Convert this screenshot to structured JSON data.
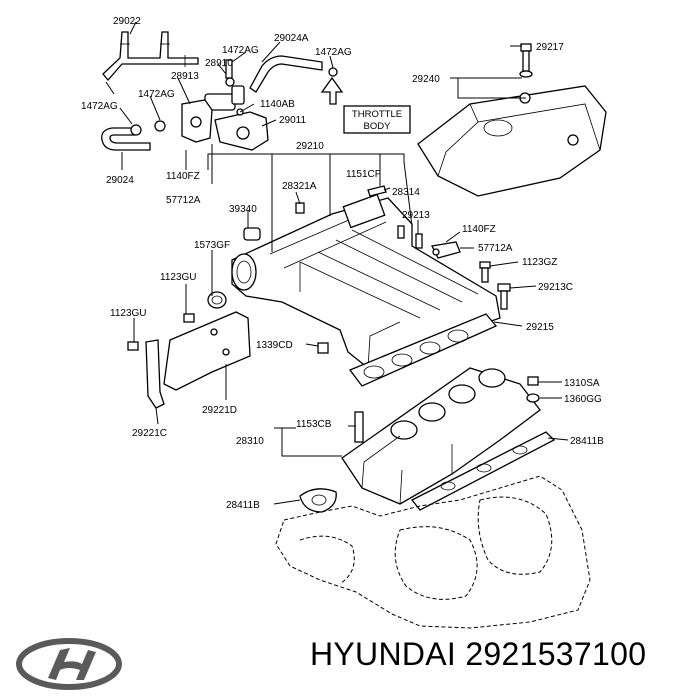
{
  "brand": "HYUNDAI",
  "part_number": "2921537100",
  "throttle_box": [
    "THROTTLE",
    "BODY"
  ],
  "labels": {
    "l29022": "29022",
    "l29024A": "29024A",
    "l1472AG_a": "1472AG",
    "l1472AG_b": "1472AG",
    "l28910": "28910",
    "l28913": "28913",
    "l1472AG_c": "1472AG",
    "l1472AG_d": "1472AG",
    "l1140AB": "1140AB",
    "l29011": "29011",
    "l29024": "29024",
    "l1140FZ_a": "1140FZ",
    "l57712A_a": "57712A",
    "l29210": "29210",
    "l1151CF": "1151CF",
    "l28321A": "28321A",
    "l28314": "28314",
    "l39340": "39340",
    "l29213": "29213",
    "l1140FZ_b": "1140FZ",
    "l57712A_b": "57712A",
    "l1573GF": "1573GF",
    "l1123GU_a": "1123GU",
    "l1123GZ": "1123GZ",
    "l29213C": "29213C",
    "l1123GU_b": "1123GU",
    "l29215": "29215",
    "l1339CD": "1339CD",
    "l29221D": "29221D",
    "l29221C": "29221C",
    "l1310SA": "1310SA",
    "l1360GG": "1360GG",
    "l1153CB": "1153CB",
    "l28310": "28310",
    "l28411B_a": "28411B",
    "l28411B_b": "28411B",
    "l29217": "29217",
    "l29240": "29240"
  },
  "colors": {
    "ink": "#000000",
    "background": "#ffffff"
  },
  "icons": {
    "logo": "hyundai-logo-icon"
  }
}
